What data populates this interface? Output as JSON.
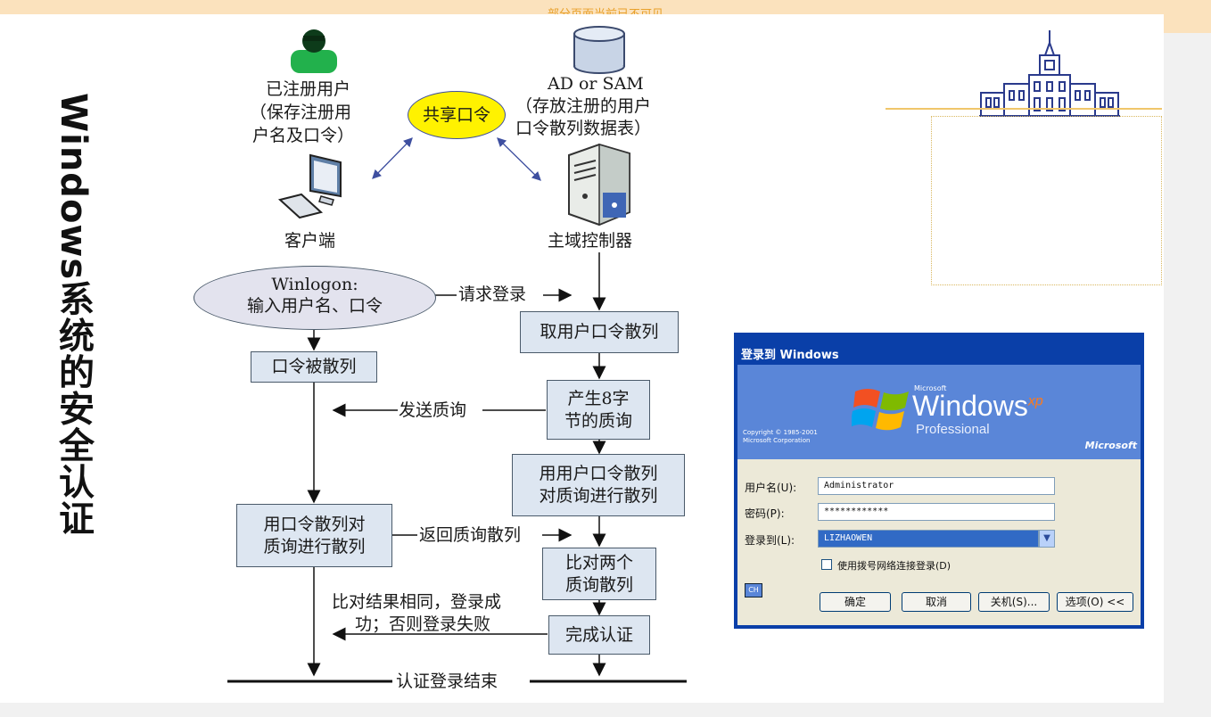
{
  "banner": {
    "text": "部分页面当前已不可见"
  },
  "slide": {
    "title": "Windows系统的安全认证"
  },
  "diagram": {
    "client_user": [
      "已注册用户",
      "（保存注册用",
      "户名及口令）"
    ],
    "shared_secret": "共享口令",
    "ad_sam": [
      "AD or SAM",
      "（存放注册的用户",
      "口令散列数据表）"
    ],
    "client_label": "客户端",
    "dc_label": "主域控制器",
    "winlogon": [
      "Winlogon:",
      "输入用户名、口令"
    ],
    "request_login": "请求登录",
    "get_hash": "取用户口令散列",
    "pw_hashed": "口令被散列",
    "gen_challenge": [
      "产生8字",
      "节的质询"
    ],
    "send_challenge": "发送质询",
    "hash_challenge_dc": [
      "用用户口令散列",
      "对质询进行散列"
    ],
    "hash_challenge_client": [
      "用口令散列对",
      "质询进行散列"
    ],
    "return_hash": "返回质询散列",
    "compare": [
      "比对两个",
      "质询散列"
    ],
    "result": [
      "比对结果相同，登录成",
      "功；否则登录失败"
    ],
    "done": "完成认证",
    "end": "认证登录结束"
  },
  "xp_dialog": {
    "title": "登录到 Windows",
    "copyright": [
      "Copyright © 1985-2001",
      "Microsoft Corporation"
    ],
    "brand_small": "Microsoft",
    "brand": "Windows",
    "brand_sup": "xp",
    "edition": "Professional",
    "ms_logo": "Microsoft",
    "username_label": "用户名(U):",
    "username_value": "Administrator",
    "password_label": "密码(P):",
    "password_value": "************",
    "domain_label": "登录到(L):",
    "domain_value": "LIZHAOWEN",
    "dialup_label": "使用拨号网络连接登录(D)",
    "ok": "确定",
    "cancel": "取消",
    "shutdown": "关机(S)...",
    "options": "选项(O) <<",
    "lang": "CH"
  }
}
